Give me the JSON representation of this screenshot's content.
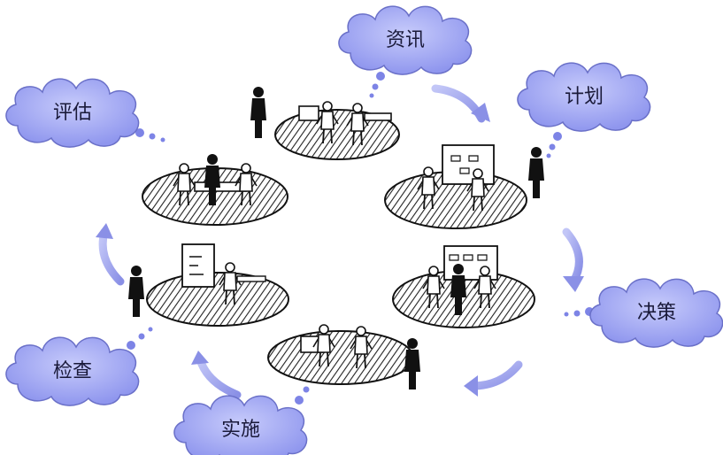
{
  "colors": {
    "cloud_fill": "#8f96ee",
    "cloud_fill_light": "#c7cbfb",
    "cloud_stroke": "#5a60b8",
    "arrow_fill": "#9ea4f0",
    "dot_fill": "#7d84e6",
    "disc_fill": "#ffffff",
    "disc_hatch": "#222222",
    "figure_fill": "#111111"
  },
  "stages": [
    {
      "id": "zixun",
      "label": "资讯"
    },
    {
      "id": "jihua",
      "label": "计划"
    },
    {
      "id": "juece",
      "label": "决策"
    },
    {
      "id": "shishi",
      "label": "实施"
    },
    {
      "id": "jiancha",
      "label": "检查"
    },
    {
      "id": "pinggu",
      "label": "评估"
    }
  ],
  "icons": {
    "scene": "team-work-scene-illustration",
    "observer": "observer-person-icon",
    "arrow": "cycle-arrow-icon"
  }
}
